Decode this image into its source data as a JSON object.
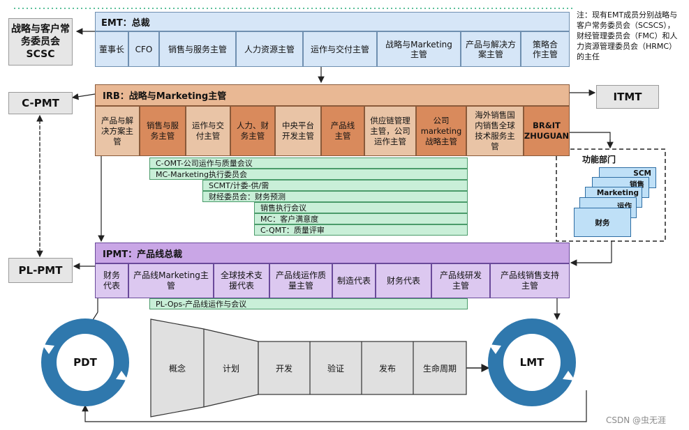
{
  "left": {
    "scsc": "战略与客户常务委员会SCSC",
    "cpmt": "C-PMT",
    "plpmt": "PL-PMT"
  },
  "emt": {
    "title": "EMT：总裁",
    "members": [
      "董事长",
      "CFO",
      "销售与服务主管",
      "人力资源主管",
      "运作与交付主管",
      "战略与Marketing主管",
      "产品与解决方案主管",
      "策略合作主管"
    ]
  },
  "note": "注：现有EMT成员分别战略与客户常务委员会（SCSCS），财经管理委员会（FMC）和人力资源管理委员会（HRMC）的主任",
  "itmt": "ITMT",
  "irb": {
    "title": "IRB：战略与Marketing主管",
    "members": [
      "产品与解决方案主管",
      "销售与服务主管",
      "运作与交付主管",
      "人力、财务主管",
      "中央平台开发主管",
      "产品线主管",
      "供应链管理主管，公司运作主管",
      "公司marketing战略主管",
      "海外销售国内销售全球技术服务主管",
      "BR&IT ZHUGUAN"
    ]
  },
  "committees": [
    "C-OMT-公司运作与质量会议",
    "MC-Marketing执行委员会",
    "SCMT/计委-供/需",
    "财经委员会：财务预测",
    "销售执行会议",
    "MC：客户满意度",
    "C-QMT：质量评审"
  ],
  "functions": {
    "title": "功能部门",
    "cards": [
      "SCM",
      "销售",
      "Marketing",
      "运作",
      "财务"
    ]
  },
  "ipmt": {
    "title": "IPMT：产品线总裁",
    "members": [
      "财务代表",
      "产品线Marketing主管",
      "全球技术支援代表",
      "产品线运作质量主管",
      "制造代表",
      "财务代表",
      "产品线研发主管",
      "产品线销售支持主管"
    ],
    "meeting": "PL-Ops-产品线运作与会议"
  },
  "cycle": {
    "pdt": "PDT",
    "lmt": "LMT",
    "stages": [
      "概念",
      "计划",
      "开发",
      "验证",
      "发布",
      "生命周期"
    ]
  },
  "watermark": "CSDN @虫无涯"
}
